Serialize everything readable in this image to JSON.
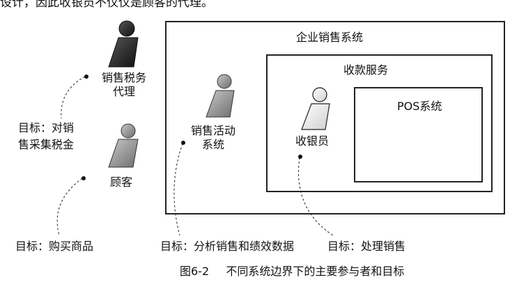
{
  "top_text": "设计，因此收银员不仅仅是顾客的代理。",
  "systems": {
    "enterprise": "企业销售系统",
    "payment": "收款服务",
    "pos": "POS系统"
  },
  "actors": {
    "tax_agent": "销售税务\n代理",
    "customer": "顾客",
    "sales_activity": "销售活动\n系统",
    "cashier": "收银员"
  },
  "goals": {
    "tax": "目标：对销\n售采集税金",
    "buy": "目标：购买商品",
    "analyze": "目标：分析销售和绩效数据",
    "process": "目标：处理销售"
  },
  "caption": {
    "figure_number": "图6-2",
    "title": "不同系统边界下的主要参与者和目标"
  },
  "colors": {
    "dark_actor": "#2b2b2b",
    "gray_actor": "#8c8c8c",
    "light_actor": "#f4f4f4",
    "line": "#222222"
  }
}
